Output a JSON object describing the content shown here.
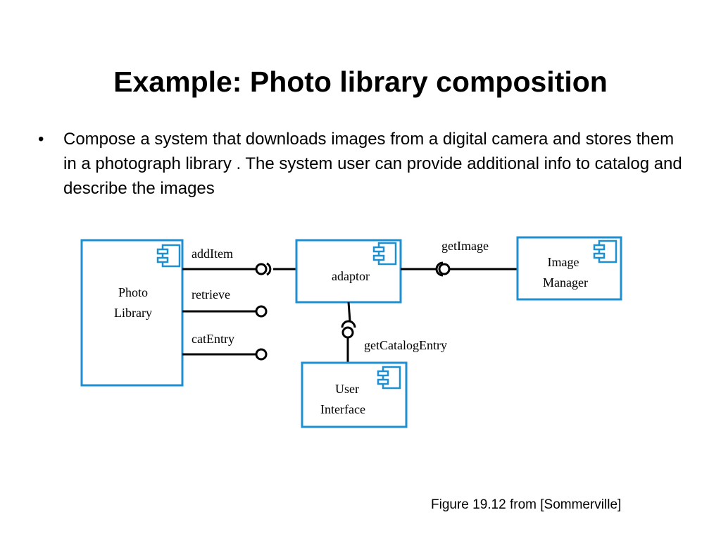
{
  "slide": {
    "title": "Example: Photo library composition",
    "bullets": [
      "Compose a system that downloads images from a digital camera and stores them in a photograph library . The system user can provide additional info to catalog and describe the images"
    ],
    "bullet_symbol": "•",
    "caption": "Figure 19.12 from [Sommerville]"
  },
  "diagram": {
    "accent_color": "#1e8fd0",
    "icon": "uml-component-icon",
    "components": {
      "photo_library": {
        "line1": "Photo",
        "line2": "Library"
      },
      "adaptor": {
        "line1": "adaptor"
      },
      "image_manager": {
        "line1": "Image",
        "line2": "Manager"
      },
      "user_interface": {
        "line1": "User",
        "line2": "Interface"
      }
    },
    "interfaces": {
      "add_item": "addItem",
      "retrieve": "retrieve",
      "cat_entry": "catEntry",
      "get_image": "getImage",
      "get_catalog_entry": "getCatalogEntry"
    }
  }
}
